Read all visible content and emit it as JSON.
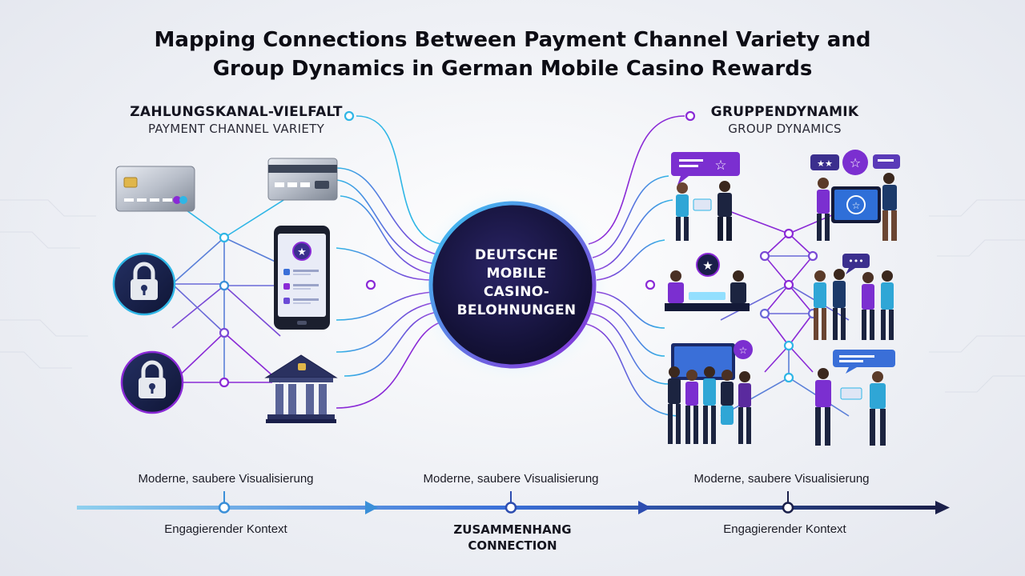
{
  "title": {
    "line1": "Mapping Connections Between Payment Channel Variety and",
    "line2": "Group Dynamics in German Mobile Casino Rewards"
  },
  "left_section": {
    "heading_de": "ZAHLUNGSKANAL-VIELFALT",
    "heading_en": "PAYMENT CHANNEL VARIETY"
  },
  "right_section": {
    "heading_de": "GRUPPENDYNAMIK",
    "heading_en": "GROUP DYNAMICS"
  },
  "hub": {
    "lines": [
      "DEUTSCHE",
      "MOBILE",
      "CASINO-",
      "BELOHNUNGEN"
    ]
  },
  "payment_icons": [
    "credit-card-icon",
    "bank-card-icon",
    "padlock-icon",
    "smartphone-icon",
    "padlock-icon",
    "bank-building-icon"
  ],
  "group_scenes": [
    "team-review-scene",
    "tablet-rating-scene",
    "table-discussion-scene",
    "group-chat-scene",
    "presentation-group-scene",
    "document-exchange-scene"
  ],
  "timeline": {
    "top_captions": [
      "Moderne, saubere Visualisierung",
      "Moderne, saubere Visualisierung",
      "Moderne, saubere Visualisierung"
    ],
    "bottom_captions": [
      "Engagierender Kontext",
      "Engagierender Kontext"
    ],
    "connection_de": "ZUSAMMENHANG",
    "connection_en": "CONNECTION"
  },
  "colors": {
    "cyan": "#2fb6e6",
    "purple": "#8a2ad6",
    "navy": "#1a1f4a",
    "blue": "#3a6fd8"
  }
}
